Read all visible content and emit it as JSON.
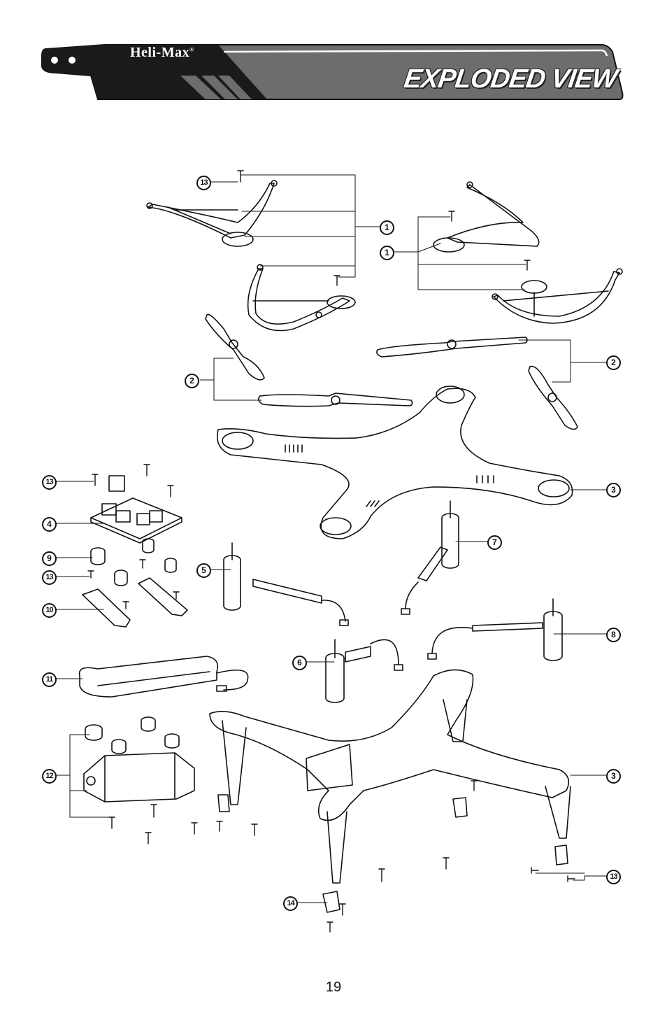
{
  "header": {
    "brand": "Heli-Max",
    "title": "EXPLODED VIEW"
  },
  "callouts": {
    "c1a": "1",
    "c1b": "1",
    "c2a": "2",
    "c2b": "2",
    "c3a": "3",
    "c3b": "3",
    "c4": "4",
    "c5": "5",
    "c6": "6",
    "c7": "7",
    "c8": "8",
    "c9": "9",
    "c10": "10",
    "c11": "11",
    "c12": "12",
    "c13a": "13",
    "c13b": "13",
    "c13c": "13",
    "c13d": "13",
    "c14": "14"
  },
  "page_number": "19",
  "colors": {
    "banner_dark": "#1a1a1a",
    "banner_gray": "#6d6d6d",
    "line": "#111111"
  }
}
